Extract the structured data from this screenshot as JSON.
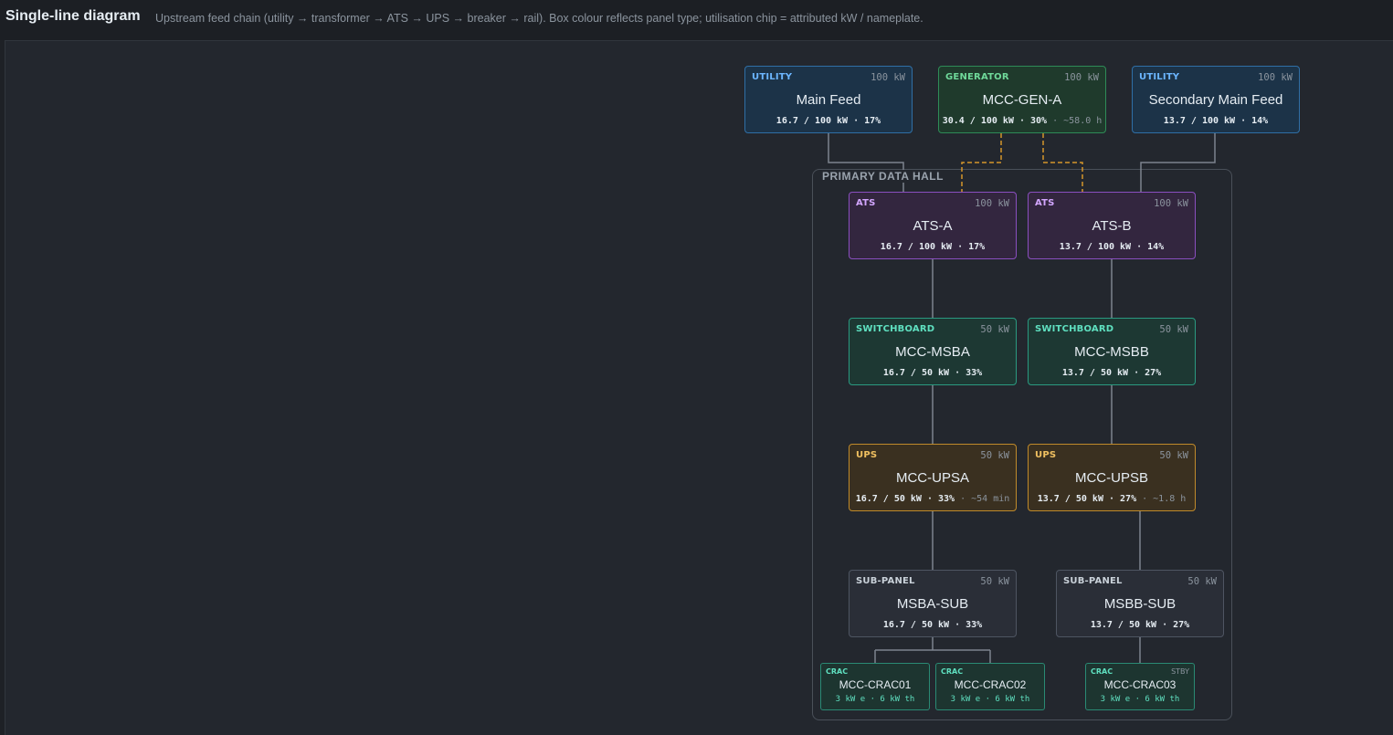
{
  "header": {
    "title": "Single-line diagram",
    "subtitle": "Upstream feed chain (utility → transformer → ATS → UPS → breaker → rail). Box colour reflects panel type; utilisation chip = attributed kW / nameplate."
  },
  "hall": {
    "label": "PRIMARY DATA HALL"
  },
  "colors": {
    "utility": "#2f6fa6",
    "generator": "#2e8b57",
    "ats": "#8a4fbf",
    "switchboard": "#2a9a80",
    "ups": "#c08a2a",
    "subpanel": "#4e5562",
    "crac": "#2a8a74",
    "generator_link": "#d4952a"
  },
  "panels": {
    "main_feed": {
      "type": "UTILITY",
      "capacity": "100 kW",
      "name": "Main Feed",
      "util": "16.7 / 100 kW · 17%"
    },
    "gen_a": {
      "type": "GENERATOR",
      "capacity": "100 kW",
      "name": "MCC-GEN-A",
      "util": "30.4 / 100 kW · 30%",
      "extra": " · ~58.0 h"
    },
    "secondary_feed": {
      "type": "UTILITY",
      "capacity": "100 kW",
      "name": "Secondary Main Feed",
      "util": "13.7 / 100 kW · 14%"
    },
    "ats_a": {
      "type": "ATS",
      "capacity": "100 kW",
      "name": "ATS-A",
      "util": "16.7 / 100 kW · 17%"
    },
    "ats_b": {
      "type": "ATS",
      "capacity": "100 kW",
      "name": "ATS-B",
      "util": "13.7 / 100 kW · 14%"
    },
    "msba": {
      "type": "SWITCHBOARD",
      "capacity": "50 kW",
      "name": "MCC-MSBA",
      "util": "16.7 / 50 kW · 33%"
    },
    "msbb": {
      "type": "SWITCHBOARD",
      "capacity": "50 kW",
      "name": "MCC-MSBB",
      "util": "13.7 / 50 kW · 27%"
    },
    "upsa": {
      "type": "UPS",
      "capacity": "50 kW",
      "name": "MCC-UPSA",
      "util": "16.7 / 50 kW · 33%",
      "extra": " · ~54 min"
    },
    "upsb": {
      "type": "UPS",
      "capacity": "50 kW",
      "name": "MCC-UPSB",
      "util": "13.7 / 50 kW · 27%",
      "extra": " · ~1.8 h"
    },
    "msba_sub": {
      "type": "SUB-PANEL",
      "capacity": "50 kW",
      "name": "MSBA-SUB",
      "util": "16.7 / 50 kW · 33%"
    },
    "msbb_sub": {
      "type": "SUB-PANEL",
      "capacity": "50 kW",
      "name": "MSBB-SUB",
      "util": "13.7 / 50 kW · 27%"
    }
  },
  "cracs": {
    "crac01": {
      "type": "CRAC",
      "name": "MCC-CRAC01",
      "rating": "3 kW e · 6 kW th"
    },
    "crac02": {
      "type": "CRAC",
      "name": "MCC-CRAC02",
      "rating": "3 kW e · 6 kW th"
    },
    "crac03": {
      "type": "CRAC",
      "name": "MCC-CRAC03",
      "rating": "3 kW e · 6 kW th",
      "status": "STBY"
    }
  }
}
